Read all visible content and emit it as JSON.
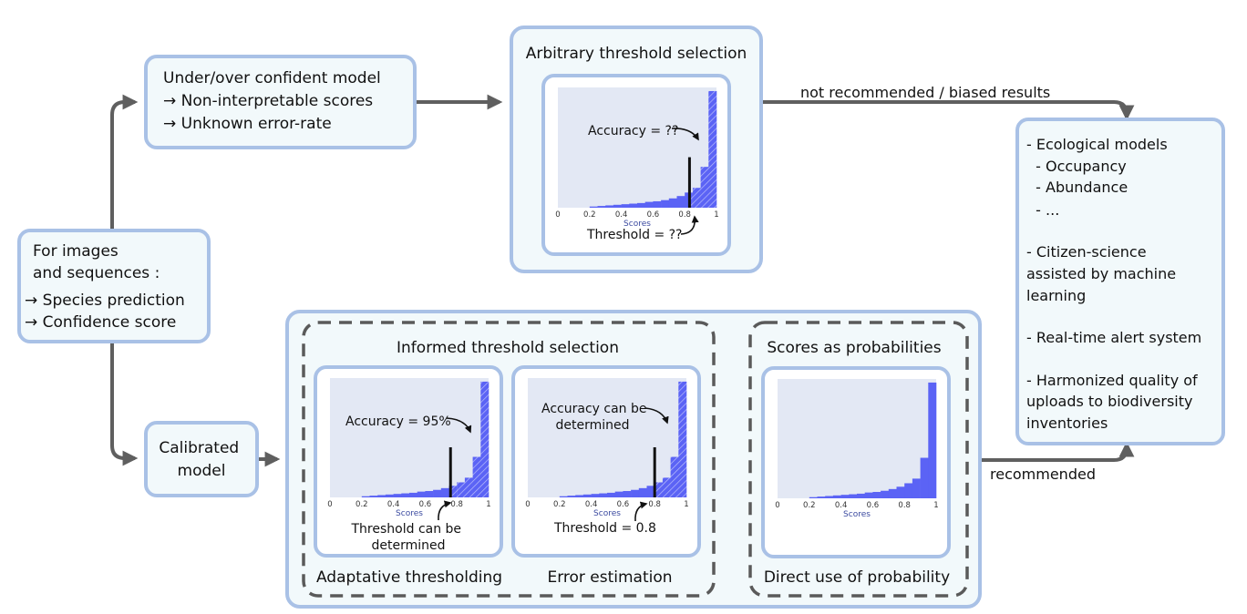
{
  "colors": {
    "box_border": "#a9c1e6",
    "box_fill": "#f2f9fb",
    "inner_fill": "#ffffff",
    "plot_bg": "#e3e8f4",
    "bar": "#5b63f5",
    "arrow": "#5f5f5f",
    "dashed": "#5a5a5a"
  },
  "input_box": {
    "lines": [
      "For images",
      "and sequences :",
      "→ Species prediction",
      "→ Confidence score"
    ]
  },
  "uncalibrated_box": {
    "lines": [
      "Under/over confident model",
      "→ Non-interpretable scores",
      "→ Unknown error-rate"
    ]
  },
  "calibrated_box": {
    "lines": [
      "Calibrated",
      "model"
    ]
  },
  "arbitrary_panel": {
    "title": "Arbitrary threshold selection",
    "accuracy_annotation": "Accuracy = ??",
    "threshold_annotation": "Threshold = ??"
  },
  "informed_group": {
    "title": "Informed threshold selection"
  },
  "adaptive_panel": {
    "caption": "Adaptative thresholding",
    "accuracy_annotation": "Accuracy = 95%",
    "threshold_annotation_lines": [
      "Threshold can be",
      "determined"
    ]
  },
  "error_panel": {
    "caption": "Error estimation",
    "accuracy_annotation_lines": [
      "Accuracy can be",
      "determined"
    ],
    "threshold_annotation": "Threshold = 0.8"
  },
  "probability_group": {
    "title": "Scores as probabilities",
    "caption": "Direct use of probability"
  },
  "edges": {
    "not_recommended": "not recommended / biased results",
    "recommended": "recommended"
  },
  "applications_box": {
    "lines": [
      "- Ecological models",
      "  - Occupancy",
      "  - Abundance",
      "  - ...",
      "",
      "- Citizen-science",
      "assisted by machine",
      "learning",
      "",
      "- Real-time alert system",
      "",
      "- Harmonized quality of",
      "uploads to biodiversity",
      "inventories"
    ]
  },
  "chart_data": [
    {
      "type": "bar",
      "name_ref": "arbitrary",
      "xlabel": "Scores",
      "xlim": [
        0,
        1
      ],
      "xticks": [
        "0",
        "0.2",
        "0.4",
        "0.6",
        "0.8",
        "1"
      ],
      "bins": 20,
      "values": [
        0,
        0,
        0,
        0,
        0.01,
        0.015,
        0.02,
        0.025,
        0.03,
        0.035,
        0.04,
        0.05,
        0.055,
        0.065,
        0.08,
        0.1,
        0.13,
        0.17,
        0.35,
        1.0
      ],
      "threshold": 0.83
    },
    {
      "type": "bar",
      "name_ref": "adaptive",
      "xlabel": "Scores",
      "xlim": [
        0,
        1
      ],
      "xticks": [
        "0",
        "0.2",
        "0.4",
        "0.6",
        "0.8",
        "1"
      ],
      "bins": 20,
      "values": [
        0,
        0,
        0,
        0,
        0.01,
        0.015,
        0.02,
        0.025,
        0.03,
        0.035,
        0.04,
        0.05,
        0.055,
        0.065,
        0.08,
        0.1,
        0.13,
        0.17,
        0.35,
        1.0
      ],
      "threshold": 0.76
    },
    {
      "type": "bar",
      "name_ref": "error",
      "xlabel": "Scores",
      "xlim": [
        0,
        1
      ],
      "xticks": [
        "0",
        "0.2",
        "0.4",
        "0.6",
        "0.8",
        "1"
      ],
      "bins": 20,
      "values": [
        0,
        0,
        0,
        0,
        0.01,
        0.015,
        0.02,
        0.025,
        0.03,
        0.035,
        0.04,
        0.05,
        0.055,
        0.065,
        0.08,
        0.1,
        0.13,
        0.17,
        0.35,
        1.0
      ],
      "threshold": 0.8
    },
    {
      "type": "bar",
      "name_ref": "probability",
      "xlabel": "Scores",
      "xlim": [
        0,
        1
      ],
      "xticks": [
        "0",
        "0.2",
        "0.4",
        "0.6",
        "0.8",
        "1"
      ],
      "bins": 20,
      "values": [
        0,
        0,
        0,
        0,
        0.01,
        0.015,
        0.02,
        0.025,
        0.03,
        0.035,
        0.04,
        0.05,
        0.055,
        0.065,
        0.08,
        0.1,
        0.13,
        0.17,
        0.35,
        1.0
      ],
      "threshold": null
    }
  ]
}
